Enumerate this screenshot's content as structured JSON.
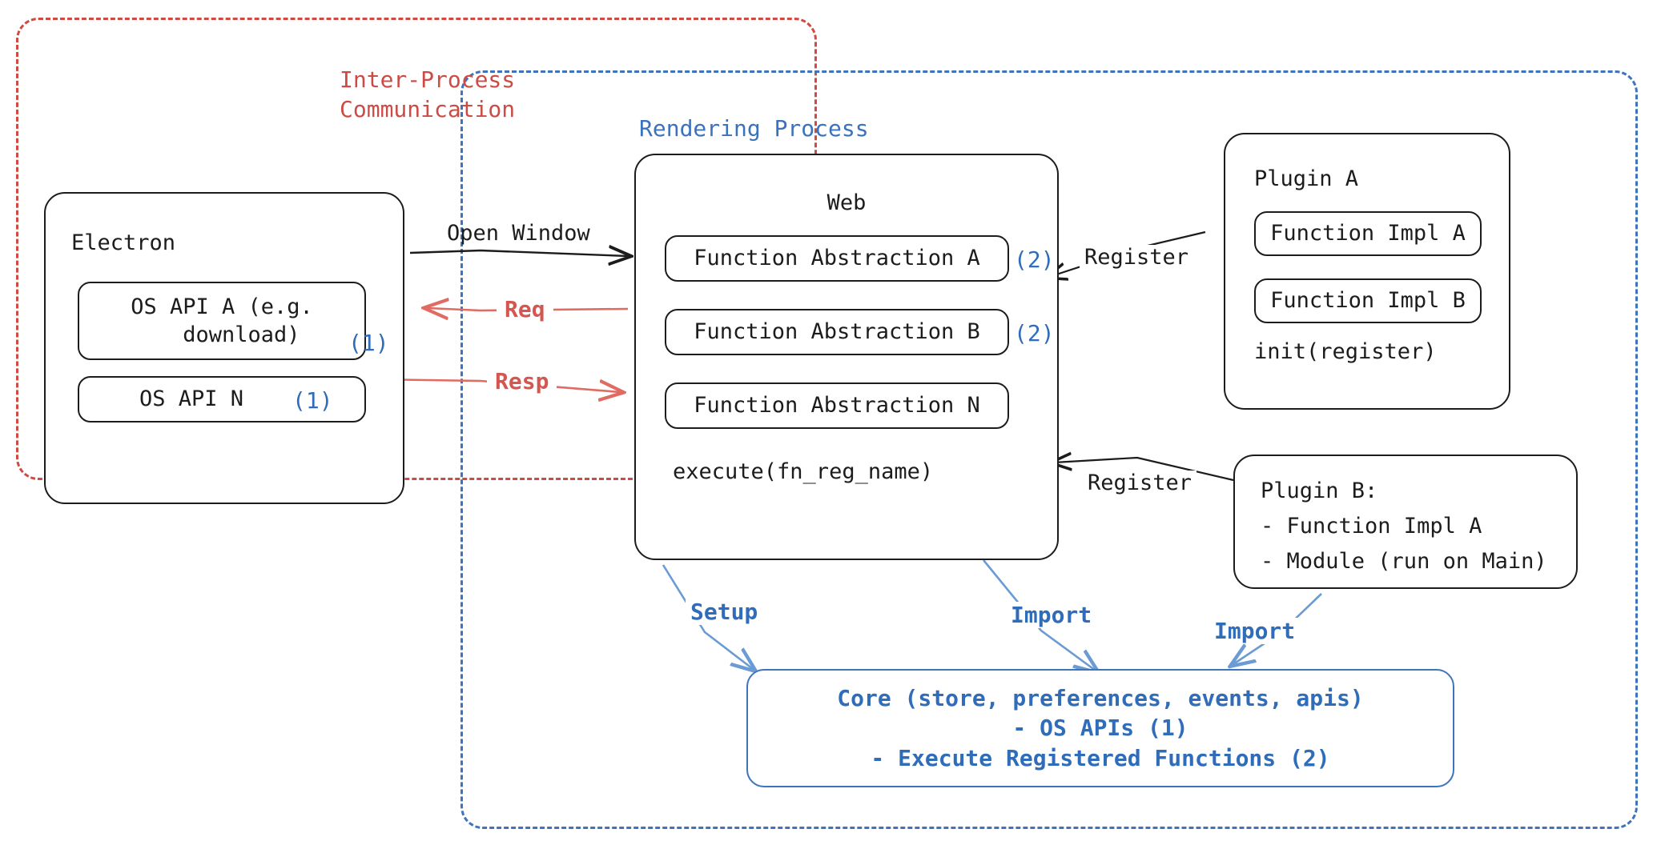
{
  "diagram": {
    "title": "Electron plugin architecture",
    "colors": {
      "ipc_red": "#d04a44",
      "render_blue": "#3f74bd",
      "node_black": "#1c1c1c",
      "marker_blue": "#2f6cba"
    },
    "groups": {
      "ipc": {
        "label": "Inter-Process\nCommunication"
      },
      "rendering": {
        "label": "Rendering Process"
      }
    },
    "electron": {
      "title": "Electron",
      "apis": [
        {
          "label": "OS API A (e.g.\n   download)",
          "marker": "(1)"
        },
        {
          "label": "OS API N",
          "marker": "(1)"
        }
      ]
    },
    "web": {
      "title": "Web",
      "abstractions": [
        {
          "label": "Function Abstraction A",
          "marker": "(2)"
        },
        {
          "label": "Function Abstraction B",
          "marker": "(2)"
        },
        {
          "label": "Function Abstraction N",
          "marker": ""
        }
      ],
      "execute": "execute(fn_reg_name)"
    },
    "plugin_a": {
      "title": "Plugin A",
      "impls": [
        "Function Impl A",
        "Function Impl B"
      ],
      "init": "init(register)"
    },
    "plugin_b": {
      "title": "Plugin B:",
      "items": [
        "- Function Impl A",
        "- Module (run on Main)"
      ]
    },
    "core": {
      "lines": [
        "Core (store, preferences, events, apis)",
        "- OS APIs (1)",
        "- Execute Registered Functions (2)"
      ]
    },
    "edges": {
      "open_window": "Open Window",
      "req": "Req",
      "resp": "Resp",
      "register_a": "Register",
      "register_b": "Register",
      "setup": "Setup",
      "import_web": "Import",
      "import_plugin_b": "Import"
    }
  }
}
